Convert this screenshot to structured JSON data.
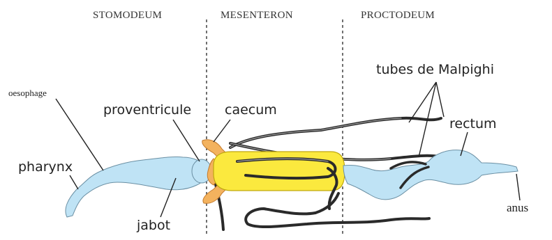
{
  "regions": {
    "stomodeum": "STOMODEUM",
    "mesenteron": "MESENTERON",
    "proctodeum": "PROCTODEUM"
  },
  "labels": {
    "oesophage": "oesophage",
    "pharynx": "pharynx",
    "proventricule": "proventricule",
    "caecum": "caecum",
    "jabot": "jabot",
    "tubes_malpighi": "tubes de Malpighi",
    "rectum": "rectum",
    "anus": "anus"
  },
  "colors": {
    "foregut_hindgut": "#bfe3f5",
    "midgut": "#fbe93e",
    "caeca": "#f3b25e",
    "malpighian_tubules": "#2a2a2a"
  }
}
